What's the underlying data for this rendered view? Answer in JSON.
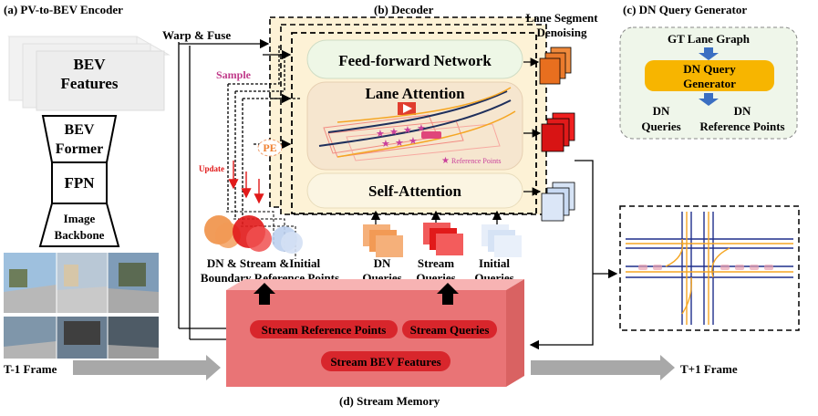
{
  "sections": {
    "encoder_title": "(a) PV-to-BEV Encoder",
    "decoder_title": "(b) Decoder",
    "dn_title": "(c) DN Query Generator",
    "memory_title": "(d) Stream Memory"
  },
  "encoder": {
    "bev_features": [
      "BEV",
      "Features"
    ],
    "bev_former": [
      "BEV",
      "Former"
    ],
    "fpn": "FPN",
    "image_backbone": [
      "Image",
      "Backbone"
    ]
  },
  "decoder": {
    "warp_fuse": "Warp & Fuse",
    "sample": "Sample",
    "update": "Update",
    "pe": "PE",
    "ffn": "Feed-forward Network",
    "lane_attention": "Lane Attention",
    "reference_points": "Reference Points",
    "self_attention": "Self-Attention",
    "lane_segment_denoising": [
      "Lane Segment",
      "Denoising"
    ]
  },
  "dn_generator": {
    "gt_lane_graph": "GT Lane Graph",
    "dn_query_generator": [
      "DN Query",
      "Generator"
    ],
    "dn_queries": [
      "DN",
      "Queries"
    ],
    "dn_reference_points": [
      "DN",
      "Reference Points"
    ]
  },
  "queries": {
    "boundary_ref": [
      "DN & Stream &Initial",
      "Boundary Reference Points"
    ],
    "dn_queries": [
      "DN",
      "Queries"
    ],
    "stream_queries": [
      "Stream",
      "Queries"
    ],
    "initial_queries": [
      "Initial",
      "Queries"
    ]
  },
  "memory": {
    "stream_reference_points": "Stream Reference Points",
    "stream_queries": "Stream Queries",
    "stream_bev_features": "Stream BEV Features"
  },
  "frames": {
    "prev": "T-1 Frame",
    "next": "T+1 Frame"
  },
  "colors": {
    "decoder_bg": "#fdf2d6",
    "module_bg": "#eef7e6",
    "dn_orange": "#ea7a2c",
    "stream_red": "#e11a1a",
    "initial_blue": "#c9daf3",
    "memory_red": "#e97476",
    "memory_pill": "#d8262c",
    "query_gen_yellow": "#f7b500",
    "arrow_blue": "#3b6fc2"
  }
}
